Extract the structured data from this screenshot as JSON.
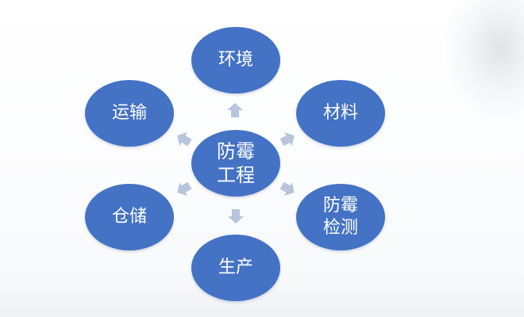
{
  "diagram": {
    "center": {
      "label": "防霉\n工程"
    },
    "nodes": [
      {
        "id": "environment",
        "label": "环境"
      },
      {
        "id": "materials",
        "label": "材料"
      },
      {
        "id": "testing",
        "label": "防霉\n检测"
      },
      {
        "id": "production",
        "label": "生产"
      },
      {
        "id": "storage",
        "label": "仓储"
      },
      {
        "id": "transport",
        "label": "运输"
      }
    ],
    "colors": {
      "node_fill": "#4472c4",
      "node_text": "#ffffff",
      "arrow_fill": "#b7c4dc"
    }
  }
}
